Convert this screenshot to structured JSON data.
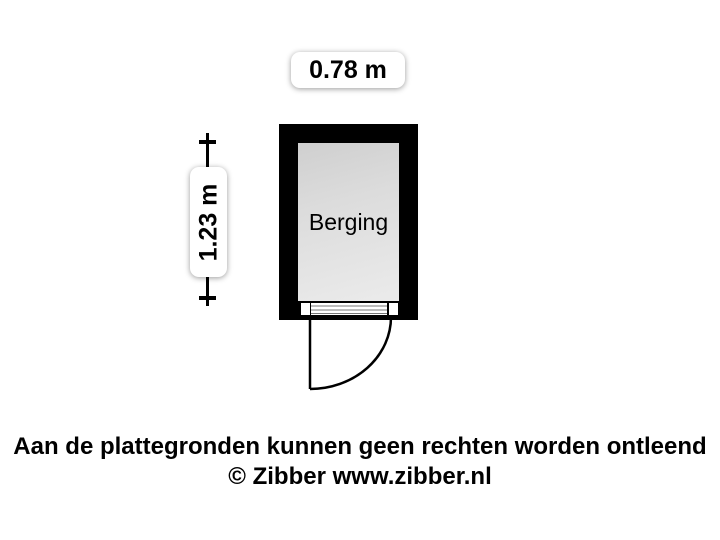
{
  "page": {
    "background": "#ffffff"
  },
  "room": {
    "name": "Berging",
    "wall_color": "#000000",
    "floor_color": "#dcdcdc"
  },
  "dimensions": {
    "width": "0.78 m",
    "height": "1.23 m"
  },
  "door": {
    "type": "swing-door-quarter-arc",
    "line_color": "#000000"
  },
  "labels": {
    "background": "#ffffff",
    "text_color": "#000000"
  },
  "footer": {
    "disclaimer": "Aan de plattegronden kunnen geen rechten worden ontleend",
    "copyright": "© Zibber www.zibber.nl"
  }
}
